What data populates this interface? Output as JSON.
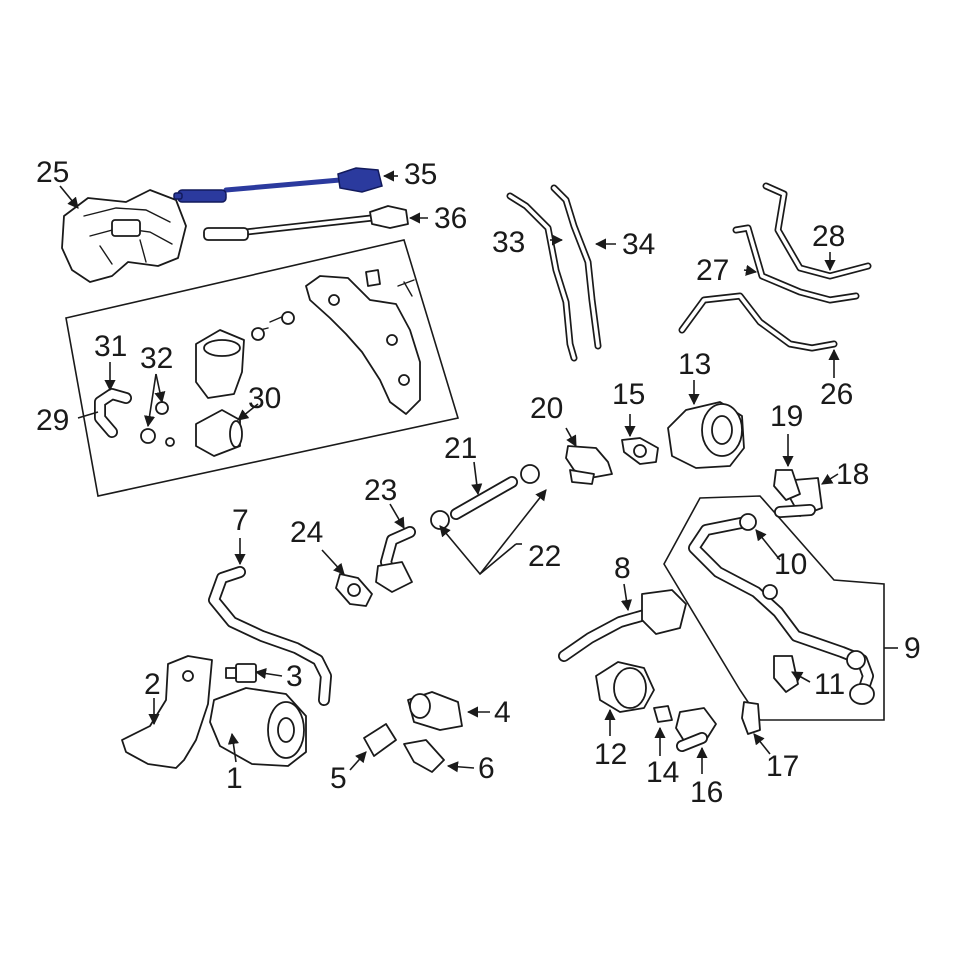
{
  "callouts": {
    "c1": "1",
    "c2": "2",
    "c3": "3",
    "c4": "4",
    "c5": "5",
    "c6": "6",
    "c7": "7",
    "c8": "8",
    "c9": "9",
    "c10": "10",
    "c11": "11",
    "c12": "12",
    "c13": "13",
    "c14": "14",
    "c15": "15",
    "c16": "16",
    "c17": "17",
    "c18": "18",
    "c19": "19",
    "c20": "20",
    "c21": "21",
    "c22": "22",
    "c23": "23",
    "c24": "24",
    "c25": "25",
    "c26": "26",
    "c27": "27",
    "c28": "28",
    "c29": "29",
    "c30": "30",
    "c31": "31",
    "c32": "32",
    "c33": "33",
    "c34": "34",
    "c35": "35",
    "c36": "36"
  },
  "highlighted_part": "35",
  "colors": {
    "line": "#1a1a1a",
    "highlight": "#2b3a9e",
    "background": "#ffffff"
  }
}
